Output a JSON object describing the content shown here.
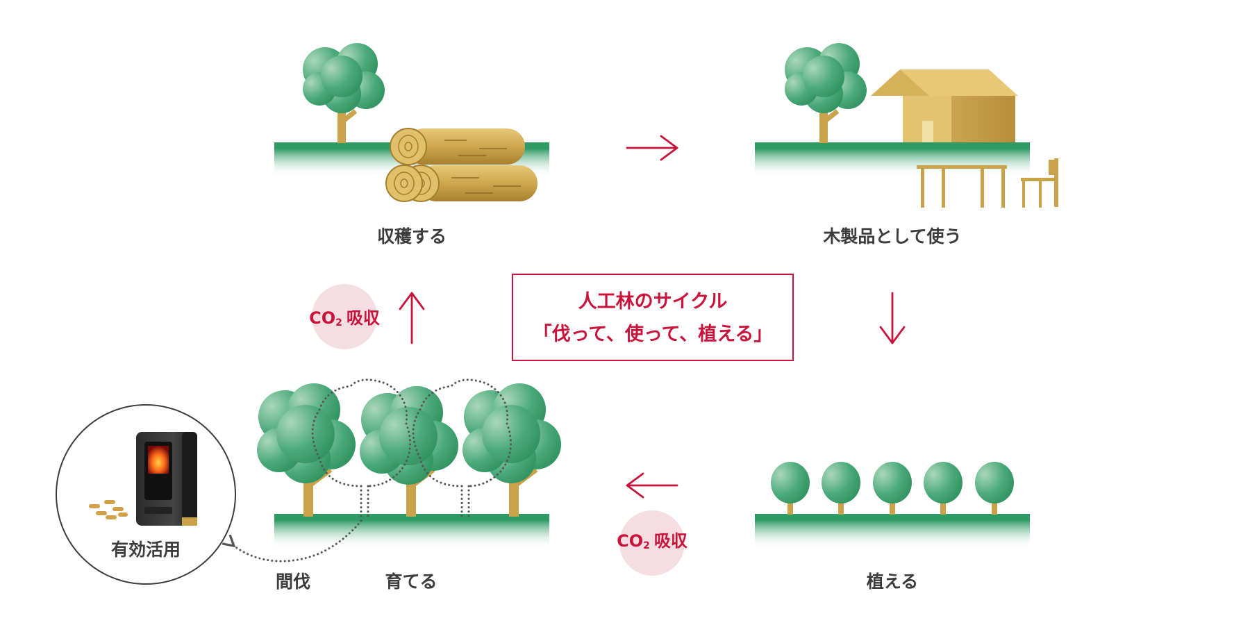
{
  "center": {
    "line1": "人工林のサイクル",
    "line2": "「伐って、使って、植える」"
  },
  "stages": {
    "harvest": "収穫する",
    "use_wood": "木製品として使う",
    "plant": "植える",
    "grow": "育てる",
    "thinning": "間伐",
    "effective_use": "有効活用"
  },
  "co2_badges": {
    "left": {
      "main": "CO",
      "sub": "2",
      "tail": "吸収"
    },
    "bottom": {
      "main": "CO",
      "sub": "2",
      "tail": "吸収"
    }
  },
  "colors": {
    "accent_red": "#c8133a",
    "tree_green": "#2f9a63",
    "ground_green": "#2e9a64",
    "wood_gold": "#c9a24a",
    "badge_pink": "#f6dde2"
  }
}
